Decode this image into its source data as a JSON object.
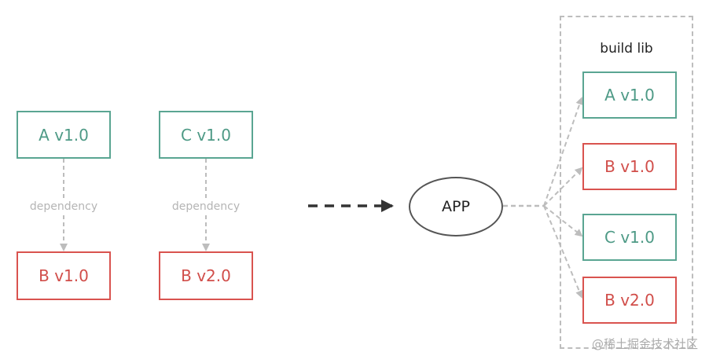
{
  "left_groups": [
    {
      "top": "A v1.0",
      "bottom": "B v1.0",
      "edge_label": "dependency"
    },
    {
      "top": "C v1.0",
      "bottom": "B v2.0",
      "edge_label": "dependency"
    }
  ],
  "app_label": "APP",
  "build": {
    "title": "build lib",
    "items": [
      "A v1.0",
      "B v1.0",
      "C v1.0",
      "B v2.0"
    ]
  },
  "colors": {
    "green": "#5aa592",
    "red": "#d9534f",
    "gray": "#bdbdbd",
    "dark": "#333333"
  },
  "watermark": "@稀土掘金技术社区"
}
